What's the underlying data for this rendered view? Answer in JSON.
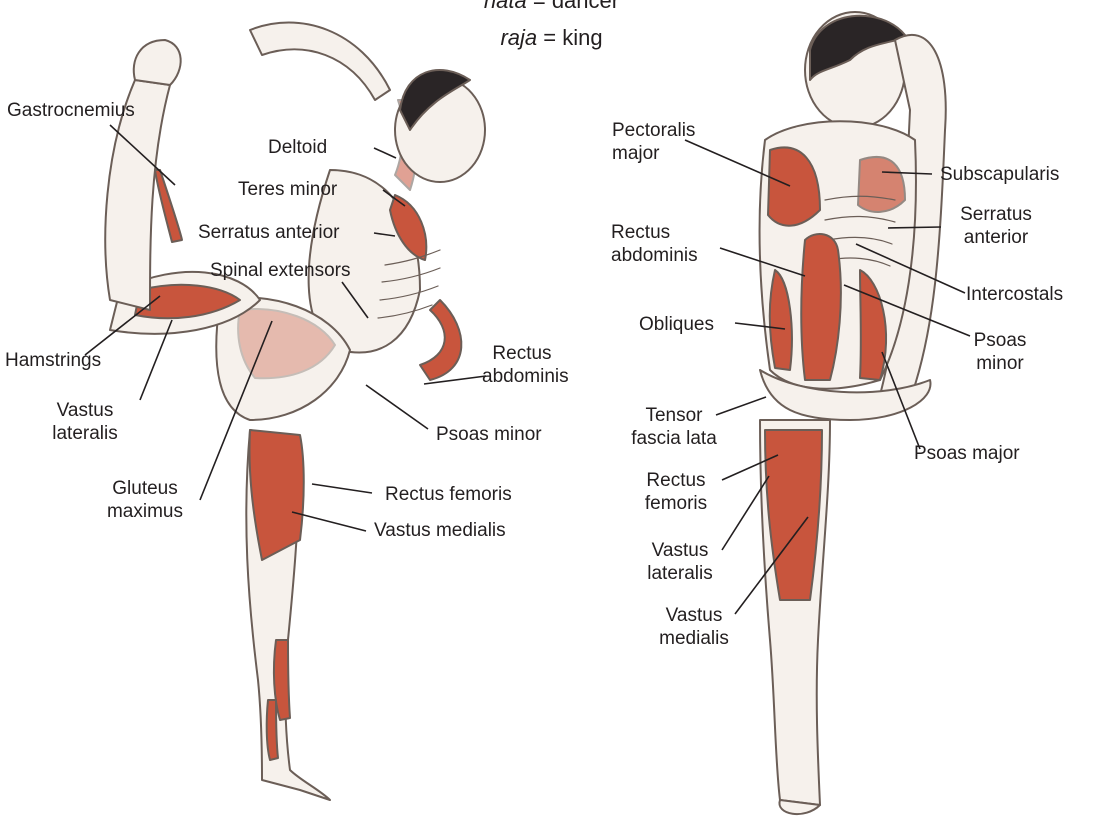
{
  "translations": [
    {
      "term": "nata",
      "eq": " = ",
      "meaning": "dancer"
    },
    {
      "term": "raja",
      "eq": " = ",
      "meaning": "king"
    }
  ],
  "left_labels": {
    "gastrocnemius": "Gastrocnemius",
    "deltoid": "Deltoid",
    "teres_minor": "Teres minor",
    "serratus_anterior": "Serratus anterior",
    "spinal_extensors": "Spinal extensors",
    "hamstrings": "Hamstrings",
    "rectus_abdominis_1": "Rectus",
    "rectus_abdominis_2": "abdominis",
    "vastus_lateralis_1": "Vastus",
    "vastus_lateralis_2": "lateralis",
    "psoas_minor": "Psoas minor",
    "gluteus_maximus_1": "Gluteus",
    "gluteus_maximus_2": "maximus",
    "rectus_femoris": "Rectus femoris",
    "vastus_medialis": "Vastus medialis"
  },
  "right_labels": {
    "pectoralis_major_1": "Pectoralis",
    "pectoralis_major_2": "major",
    "subscapularis": "Subscapularis",
    "serratus_anterior_1": "Serratus",
    "serratus_anterior_2": "anterior",
    "rectus_abdominis_1": "Rectus",
    "rectus_abdominis_2": "abdominis",
    "intercostals": "Intercostals",
    "obliques": "Obliques",
    "psoas_minor_1": "Psoas",
    "psoas_minor_2": "minor",
    "tensor_fascia_lata_1": "Tensor",
    "tensor_fascia_lata_2": "fascia lata",
    "psoas_major": "Psoas major",
    "rectus_femoris_1": "Rectus",
    "rectus_femoris_2": "femoris",
    "vastus_lateralis_1": "Vastus",
    "vastus_lateralis_2": "lateralis",
    "vastus_medialis_1": "Vastus",
    "vastus_medialis_2": "medialis"
  },
  "colors": {
    "muscle": "#c8553d",
    "muscle_dark": "#a9412f",
    "outline": "#6b5e57",
    "skin": "#f6f1ec",
    "hair": "#2a2526",
    "leader": "#231f20"
  }
}
